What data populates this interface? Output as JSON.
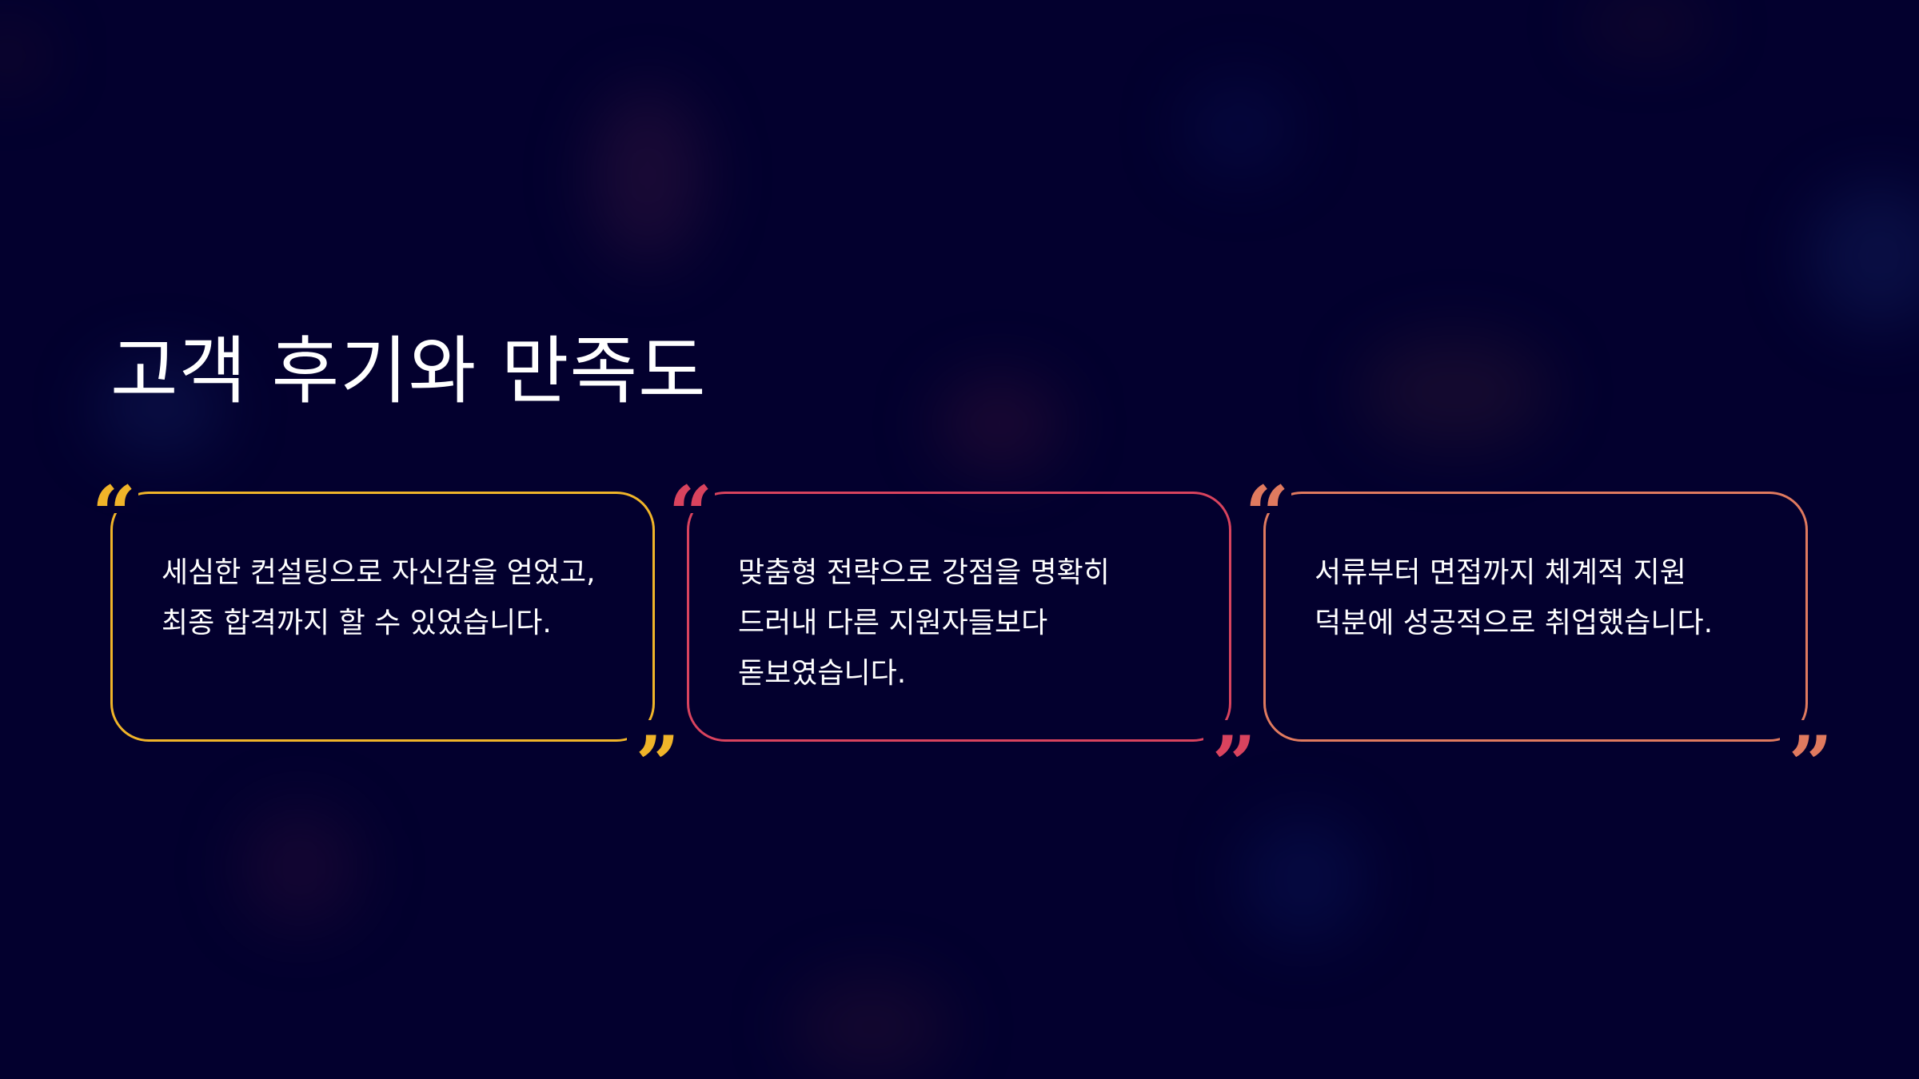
{
  "slide": {
    "title": "고객 후기와 만족도",
    "background_color": "#03002e"
  },
  "testimonials": [
    {
      "text": "세심한 컨설팅으로 자신감을 얻었고, 최종 합격까지 할 수 있었습니다.",
      "accent_color": "#f0b429",
      "open_quote": "“",
      "close_quote": "”"
    },
    {
      "text": "맞춤형 전략으로 강점을 명확히 드러내 다른 지원자들보다 돋보였습니다.",
      "accent_color": "#d9435e",
      "open_quote": "“",
      "close_quote": "”"
    },
    {
      "text": "서류부터 면접까지 체계적 지원 덕분에 성공적으로 취업했습니다.",
      "accent_color": "#e07a5f",
      "open_quote": "“",
      "close_quote": "”"
    }
  ]
}
